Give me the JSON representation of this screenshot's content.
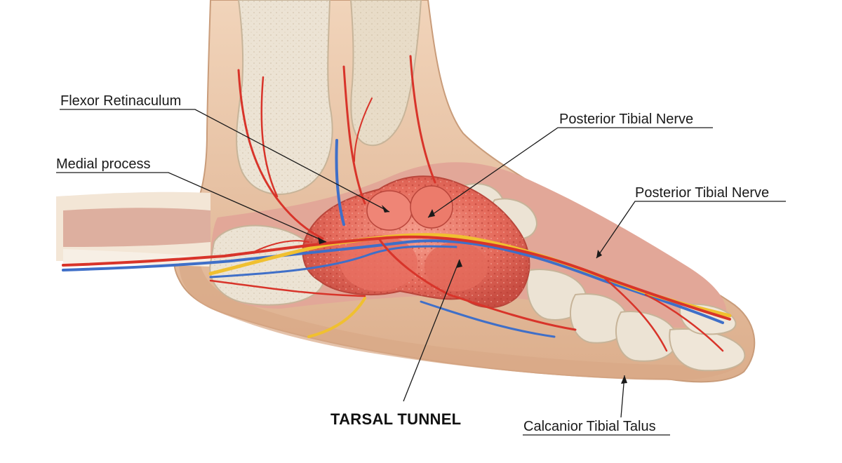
{
  "labels": {
    "flexor_retinaculum": "Flexor Retinaculum",
    "medial_process": "Medial process",
    "posterior_tibial_nerve_top": "Posterior Tibial Nerve",
    "posterior_tibial_nerve_right": "Posterior Tibial Nerve",
    "tarsal_tunnel": "TARSAL TUNNEL",
    "calcanior_tibial_talus": "Calcanior Tibial Talus"
  },
  "colors": {
    "skin": "#e9c3a3",
    "skin_dark": "#c99c7a",
    "muscle": "#d98f84",
    "bone": "#ece3d4",
    "mass": "#e46a5c",
    "artery": "#d8342a",
    "vein": "#3f6fc8",
    "nerve": "#f0c030",
    "leader": "#1a1a1a"
  }
}
